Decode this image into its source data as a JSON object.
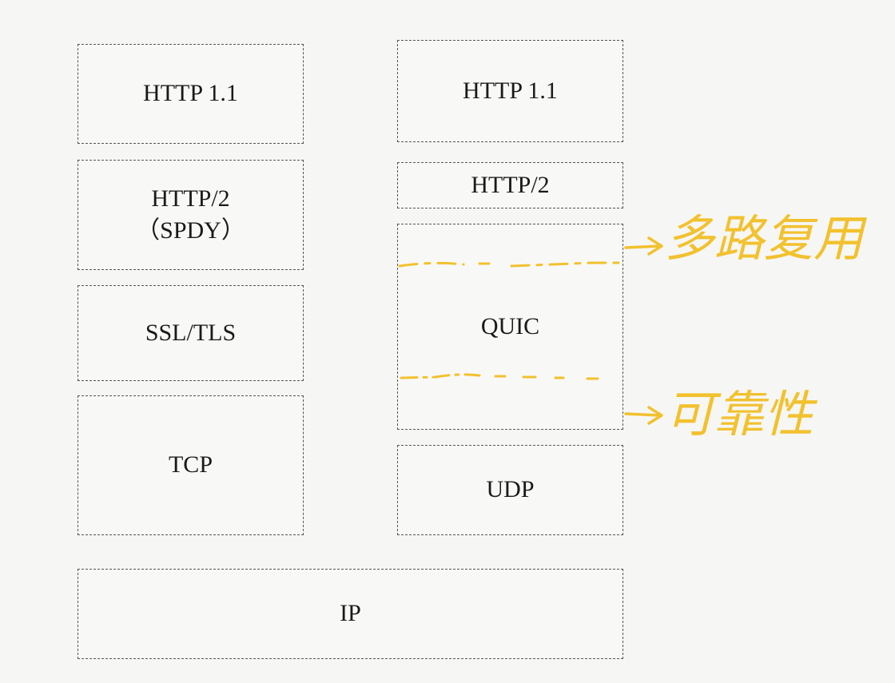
{
  "left_stack": {
    "http11": "HTTP 1.1",
    "http2": "HTTP/2",
    "spdy": "（SPDY）",
    "ssltls": "SSL/TLS",
    "tcp": "TCP"
  },
  "right_stack": {
    "http11": "HTTP 1.1",
    "http2": "HTTP/2",
    "quic": "QUIC",
    "udp": "UDP"
  },
  "shared": {
    "ip": "IP"
  },
  "annotations": {
    "top": "多路复用",
    "bottom": "可靠性",
    "color": "#f2c12e"
  }
}
